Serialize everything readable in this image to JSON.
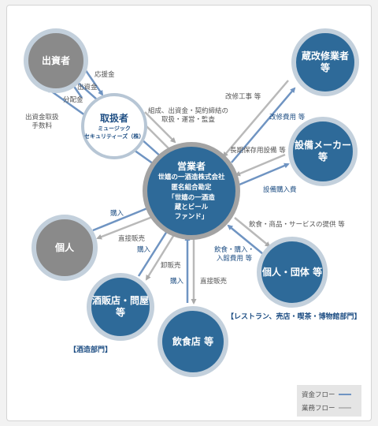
{
  "nodes": {
    "investor": "出資者",
    "renovator": "蔵改修業者 等",
    "equipment_maker": "設備メーカー 等",
    "individual": "個人",
    "groups": "個人・団体 等",
    "liquor_store": "酒販店・問屋 等",
    "restaurant": "飲食店 等"
  },
  "handler": {
    "title": "取扱者",
    "sub1": "ミュージック",
    "sub2": "セキュリティーズ（株）"
  },
  "operator": {
    "title": "営業者",
    "line1": "世嬉の一酒造株式会社",
    "line2": "匿名組合勘定",
    "line3": "「世嬉の一酒造",
    "line4": "蔵とビール",
    "line5": "ファンド」"
  },
  "labels": {
    "soliciting": "応援金",
    "investment": "出資金",
    "distribution": "分配金",
    "fee_line1": "出資金取扱",
    "fee_line2": "手数料",
    "handler_tasks_line1": "組成、出資金・契約締結の",
    "handler_tasks_line2": "取扱・運営・監査",
    "renovation_work": "改修工事 等",
    "renovation_cost": "改修費用 等",
    "long_term_storage": "長期保存用設備 等",
    "equipment_purchase": "設備購入費",
    "food_services": "飲食・商品・サービスの提供 等",
    "food_purchase_line1": "飲食・購入・",
    "food_purchase_line2": "入館費用 等",
    "individual_purchase": "購入",
    "individual_direct_sale": "直接販売",
    "store_purchase": "購入",
    "wholesale": "卸販売",
    "restaurant_purchase": "購入",
    "restaurant_direct_sale": "直接販売"
  },
  "groups": {
    "sake_division": "【酒造部門】",
    "restaurant_division": "【レストラン、売店・喫茶・博物館部門】"
  },
  "legend": {
    "money_flow": "資金フロー",
    "business_flow": "業務フロー"
  },
  "colors": {
    "money_flow": "#6f94c2",
    "business_flow": "#b9b9b9",
    "circle_grey": "#8a8a8a",
    "circle_blue": "#2e6a99",
    "ring": "#c3d0dc"
  }
}
